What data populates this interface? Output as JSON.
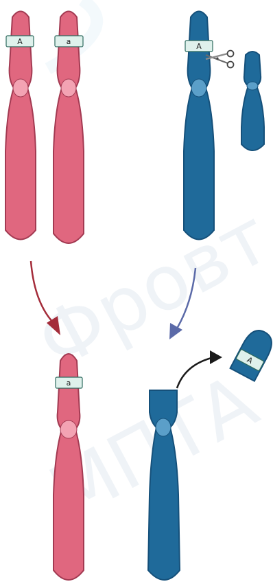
{
  "colors": {
    "pink": "#e0677f",
    "pink_dark": "#a33a52",
    "pink_centromere": "#f3a3b3",
    "blue": "#1f6a9a",
    "blue_dark": "#15507a",
    "blue_centromere": "#5b9fc9",
    "band_fill": "#dff1ec",
    "band_stroke": "#2d6a5e",
    "arrow_red": "#a42c3a",
    "arrow_blue": "#5b6aa8",
    "arrow_black": "#1a1a1a",
    "watermark": "#f1f4f7"
  },
  "labels": {
    "top_left_1": "A",
    "top_left_2": "a",
    "top_right": "A",
    "bottom_left": "a",
    "fragment": "A"
  },
  "watermark": [
    "Фровт",
    "МПТА"
  ],
  "icons": [
    "scissors-icon"
  ]
}
